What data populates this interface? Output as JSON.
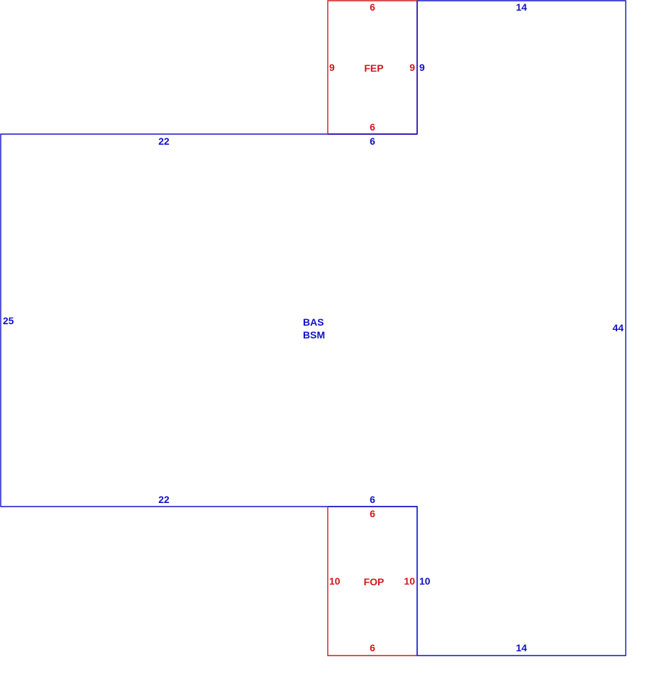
{
  "colors": {
    "main_area": "#1010c8",
    "sub_area": "#d01818",
    "background": "#ffffff"
  },
  "main_area": {
    "codes": [
      "BAS",
      "BSM"
    ],
    "dimensions": {
      "left": "25",
      "right": "44",
      "top_left": "22",
      "top_notch": "6",
      "top_right": "14",
      "notch_top_side": "9",
      "bottom_left": "22",
      "bottom_notch": "6",
      "bottom_right": "14",
      "notch_bottom_side": "10"
    }
  },
  "sub_areas": [
    {
      "code": "FEP",
      "dimensions": {
        "top": "6",
        "bottom": "6",
        "left": "9",
        "right": "9"
      }
    },
    {
      "code": "FOP",
      "dimensions": {
        "top": "6",
        "bottom": "6",
        "left": "10",
        "right": "10"
      }
    }
  ]
}
